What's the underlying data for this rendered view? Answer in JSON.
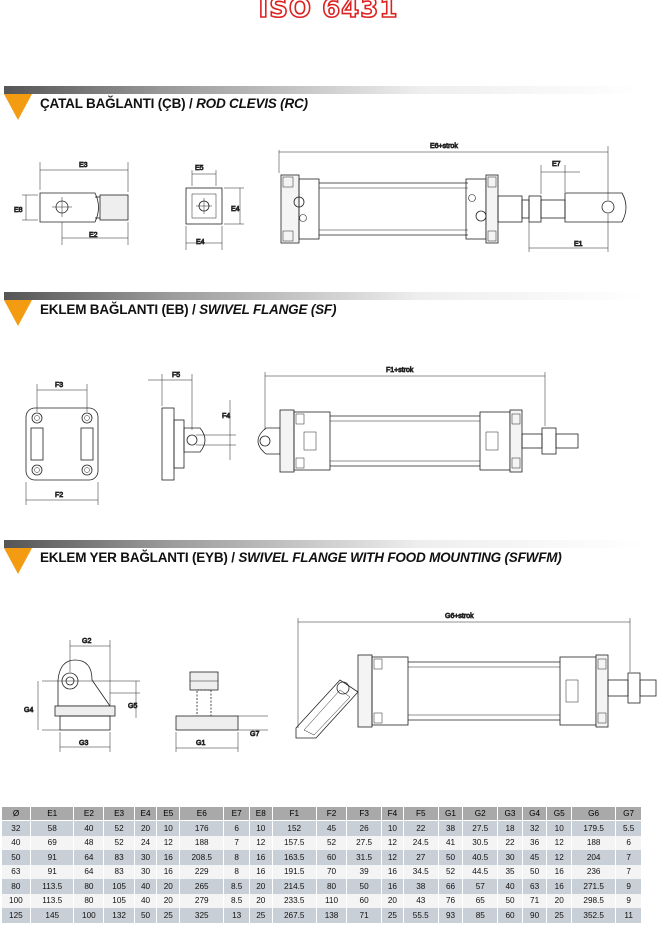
{
  "title": "ISO 6431",
  "sections": [
    {
      "tr": "ÇATAL BAĞLANTI (ÇB)",
      "en": "ROD CLEVIS (RC)"
    },
    {
      "tr": "EKLEM BAĞLANTI (EB)",
      "en": "SWIVEL FLANGE (SF)"
    },
    {
      "tr": "EKLEM YER BAĞLANTI (EYB)",
      "en": "SWIVEL FLANGE WITH FOOD MOUNTING (SFWFM)"
    }
  ],
  "labels": {
    "e1": "E1",
    "e2": "E2",
    "e3": "E3",
    "e4": "E4",
    "e5": "E5",
    "e6": "E6+strok",
    "e7": "E7",
    "e8": "E8",
    "f1": "F1+strok",
    "f2": "F2",
    "f3": "F3",
    "f4": "F4",
    "f5": "F5",
    "g1": "G1",
    "g2": "G2",
    "g3": "G3",
    "g4": "G4",
    "g5": "G5",
    "g6": "G6+strok",
    "g7": "G7"
  },
  "table": {
    "headers": [
      "Ø",
      "E1",
      "E2",
      "E3",
      "E4",
      "E5",
      "E6",
      "E7",
      "E8",
      "F1",
      "F2",
      "F3",
      "F4",
      "F5",
      "G1",
      "G2",
      "G3",
      "G4",
      "G5",
      "G6",
      "G7"
    ],
    "rows": [
      [
        "32",
        "58",
        "40",
        "52",
        "20",
        "10",
        "176",
        "6",
        "10",
        "152",
        "45",
        "26",
        "10",
        "22",
        "38",
        "27.5",
        "18",
        "32",
        "10",
        "179.5",
        "5.5"
      ],
      [
        "40",
        "69",
        "48",
        "52",
        "24",
        "12",
        "188",
        "7",
        "12",
        "157.5",
        "52",
        "27.5",
        "12",
        "24.5",
        "41",
        "30.5",
        "22",
        "36",
        "12",
        "188",
        "6"
      ],
      [
        "50",
        "91",
        "64",
        "83",
        "30",
        "16",
        "208.5",
        "8",
        "16",
        "163.5",
        "60",
        "31.5",
        "12",
        "27",
        "50",
        "40.5",
        "30",
        "45",
        "12",
        "204",
        "7"
      ],
      [
        "63",
        "91",
        "64",
        "83",
        "30",
        "16",
        "229",
        "8",
        "16",
        "191.5",
        "70",
        "39",
        "16",
        "34.5",
        "52",
        "44.5",
        "35",
        "50",
        "16",
        "236",
        "7"
      ],
      [
        "80",
        "113.5",
        "80",
        "105",
        "40",
        "20",
        "265",
        "8.5",
        "20",
        "214.5",
        "80",
        "50",
        "16",
        "38",
        "66",
        "57",
        "40",
        "63",
        "16",
        "271.5",
        "9"
      ],
      [
        "100",
        "113.5",
        "80",
        "105",
        "40",
        "20",
        "279",
        "8.5",
        "20",
        "233.5",
        "110",
        "60",
        "20",
        "43",
        "76",
        "65",
        "50",
        "71",
        "20",
        "298.5",
        "9"
      ],
      [
        "125",
        "145",
        "100",
        "132",
        "50",
        "25",
        "325",
        "13",
        "25",
        "267.5",
        "138",
        "71",
        "25",
        "55.5",
        "93",
        "85",
        "60",
        "90",
        "25",
        "352.5",
        "11"
      ]
    ]
  }
}
